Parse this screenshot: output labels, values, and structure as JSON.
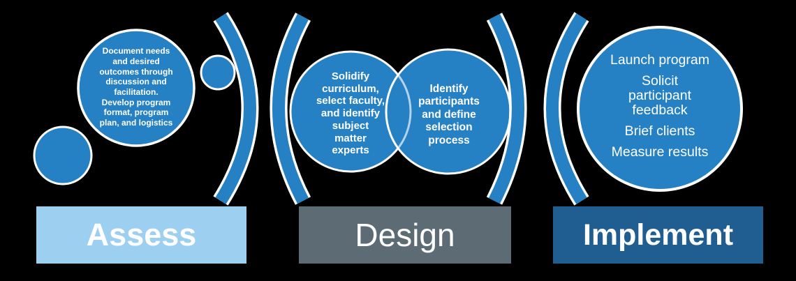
{
  "diagram": {
    "stages": [
      {
        "label": "Assess",
        "bubble_lines": [
          "Document needs",
          "and desired",
          "outcomes through",
          "discussion and",
          "facilitation.",
          "Develop program",
          "format, program",
          "plan, and logistics"
        ]
      },
      {
        "label": "Design",
        "left_bubble_lines": [
          "Solidify",
          "curriculum,",
          "select faculty,",
          "and identify",
          "subject",
          "matter",
          "experts"
        ],
        "right_bubble_lines": [
          "Identify",
          "participants",
          "and define",
          "selection",
          "process"
        ]
      },
      {
        "label": "Implement",
        "bubble_items": [
          [
            "Launch program"
          ],
          [
            "Solicit",
            "participant",
            "feedback"
          ],
          [
            "Brief clients"
          ],
          [
            "Measure results"
          ]
        ]
      }
    ],
    "colors": {
      "shape_blue": "#2581C4",
      "shape_outline": "#FFFFFF",
      "assess_bar": "#9DCFF0",
      "design_bar": "#5D6B74",
      "implement_bar": "#205E92",
      "text": "#FFFFFF",
      "background": "#000000"
    }
  }
}
